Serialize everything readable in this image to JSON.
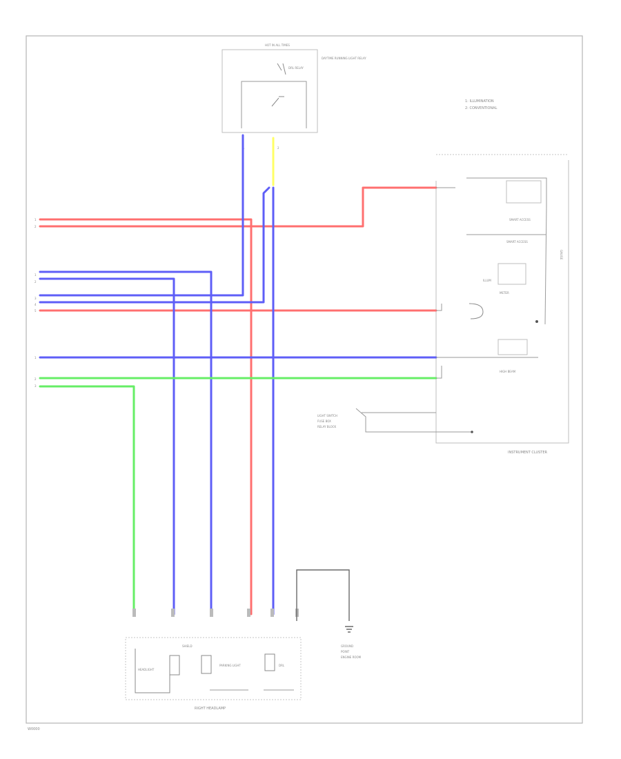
{
  "diagram": {
    "colors": {
      "red": "#ff6f6f",
      "blue": "#5e5ef7",
      "green": "#66ee66",
      "yellow": "#ffff66",
      "ground": "#555555",
      "frame": "#bdbdbd"
    },
    "labels": {
      "top_relay_title": "HOT IN ALL TIMES",
      "top_relay_note": "DAYTIME RUNNING LIGHT RELAY",
      "top_relay_sub": "DRL RELAY",
      "legend_line1": "1: ILLUMINATION",
      "legend_line2": "2: CONVENTIONAL",
      "cluster_relay1": "SMART ACCESS",
      "cluster_relay2": "SMART ACCESS",
      "cluster_ind1": "ILLUM",
      "cluster_ind2": "HIGH BEAM",
      "cluster_name": "INSTRUMENT CLUSTER",
      "fuse": "FUSE",
      "headlamp_name": "RIGHT HEADLAMP",
      "headlamp_part1": "HEADLIGHT",
      "headlamp_part2": "PARKING LIGHT",
      "headlamp_part3": "DRL",
      "ground_label": "GROUND",
      "footer_code": "W0000",
      "combo_switch": "LIGHT SWITCH"
    }
  }
}
